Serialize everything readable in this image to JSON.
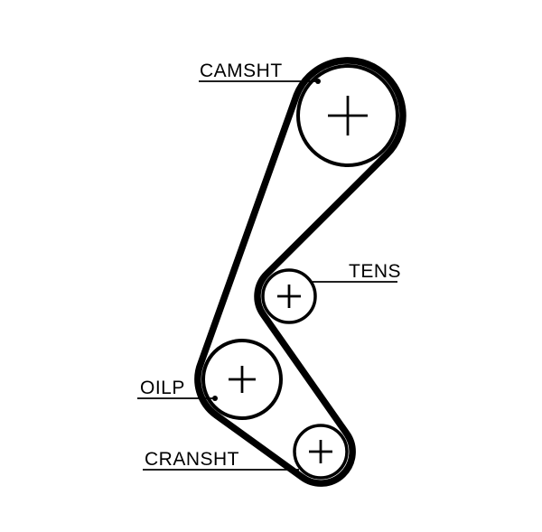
{
  "diagram": {
    "colors": {
      "line": "#000000",
      "background": "#FFFFFF"
    },
    "labels": {
      "camshaft": "CAMSHT",
      "tensioner": "TENS",
      "oil_pump": "OILP",
      "crankshaft": "CRANSHT"
    }
  }
}
